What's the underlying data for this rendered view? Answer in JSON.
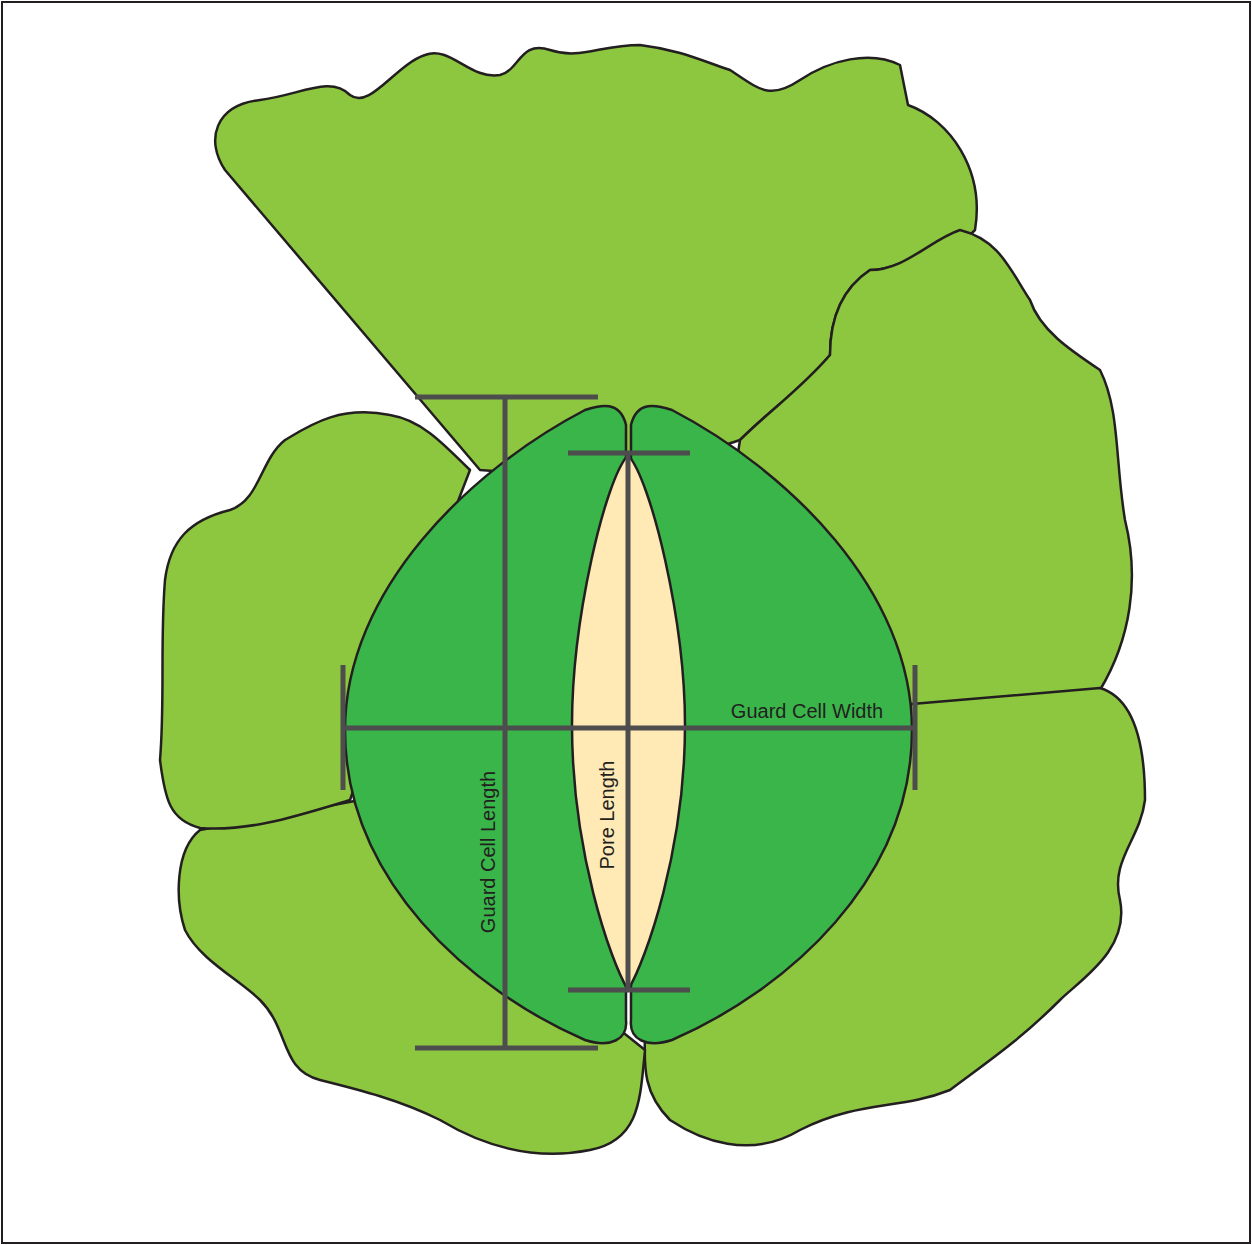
{
  "diagram": {
    "labels": [
      "Guard Cell Width",
      "Guard Cell Length",
      "Pore Length"
    ]
  }
}
